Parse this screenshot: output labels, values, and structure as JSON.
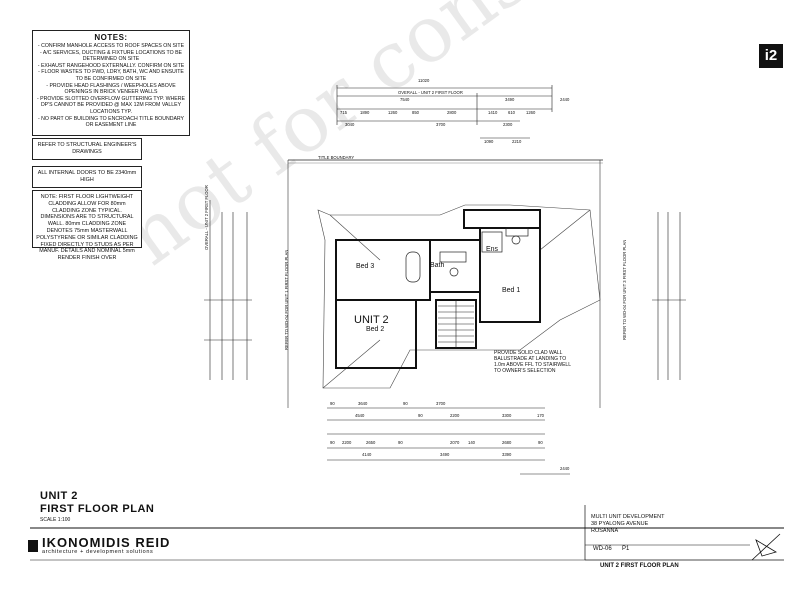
{
  "notes": {
    "title": "NOTES:",
    "items": [
      "- CONFIRM MANHOLE ACCESS TO ROOF SPACES ON SITE",
      "- A/C SERVICES, DUCTING & FIXTURE LOCATIONS TO BE DETERMINED ON SITE",
      "- EXHAUST RANGEHOOD EXTERNALLY. CONFIRM ON SITE",
      "- FLOOR WASTES TO FWD, LDRY, BATH, WC AND ENSUITE TO BE CONFIRMED ON SITE",
      "- PROVIDE HEAD FLASHINGS / WEEPHOLES ABOVE OPENINGS IN BRICK VENEER WALLS",
      "- PROVIDE SLOTTED OVERFLOW GUTTERING TYP. WHERE DP'S CANNOT BE PROVIDED @ MAX 12M FROM VALLEY LOCATIONS TYP.",
      "- NO PART OF BUILDING TO ENCROACH TITLE BOUNDARY OR EASEMENT LINE"
    ]
  },
  "refer_structural": "REFER TO STRUCTURAL ENGINEER'S DRAWINGS",
  "internal_doors": "ALL INTERNAL DOORS TO BE 2340mm HIGH",
  "cladding_note": "NOTE: FIRST FLOOR LIGHTWEIGHT CLADDING ALLOW FOR 80mm CLADDING ZONE TYPICAL. DIMENSIONS ARE TO STRUCTURAL WALL. 80mm CLADDING ZONE DENOTES 75mm MASTERWALL POLYSTYRENE OR SIMILAR CLADDING FIXED DIRECTLY TO STUDS AS PER MANUF. DETAILS AND NOMINAL 5mm RENDER FINISH OVER",
  "balustrade_note": "PROVIDE SOLID CLAD WALL BALUSTRADE AT LANDING TO 1.0m ABOVE FFL TO STAIRWELL TO OWNER'S SELECTION",
  "title_boundary": "TITLE BOUNDARY",
  "unit_label": "UNIT 2",
  "rooms": {
    "bed3": "Bed 3",
    "bed2": "Bed 2",
    "bed1": "Bed 1",
    "bath": "Bath",
    "ens": "Ens"
  },
  "top_dims": {
    "overall": "11020",
    "overall_label": "OVERALL - UNIT 2 FIRST FLOOR",
    "row2": [
      "7540",
      "3490",
      "2440"
    ],
    "row3": [
      "715",
      "1890",
      "1260",
      "850",
      "2800",
      "1410",
      "610",
      "1260"
    ],
    "row4": [
      "3040",
      "3700",
      "2300"
    ],
    "row5": [
      "1090",
      "2210"
    ]
  },
  "bottom_dims": {
    "row1": [
      "90",
      "3640",
      "90",
      "3700"
    ],
    "row2": [
      "4540",
      "90",
      "2200",
      "3300",
      "170"
    ],
    "row3": [
      "90",
      "2200",
      "2650",
      "90",
      "2070",
      "140",
      "2680",
      "90"
    ],
    "row4": [
      "4140",
      "3490",
      "3390"
    ],
    "row5": [
      "2440"
    ]
  },
  "side_labels": {
    "left_overall": "OVERALL - UNIT 2 FIRST FLOOR",
    "left_refer": "REFER TO WD-04 FOR UNIT 1 FIRST FLOOR PLAN",
    "right_refer": "REFER TO WD-04 FOR UNIT 3 FIRST FLOOR PLAN"
  },
  "plan_title": {
    "line1": "UNIT 2",
    "line2": "FIRST FLOOR PLAN",
    "scale": "SCALE 1:100"
  },
  "watermark": "not for construction",
  "logo_square": "i2",
  "brand": {
    "name": "IKONOMIDIS REID",
    "sub": "architecture + development solutions"
  },
  "project": {
    "line1": "MULTI UNIT DEVELOPMENT",
    "line2": "38 PYALONG AVENUE",
    "line3": "ROSANNA",
    "drawing_no": "WD-06",
    "revision": "P1",
    "sheet_title": "UNIT 2 FIRST FLOOR PLAN"
  }
}
